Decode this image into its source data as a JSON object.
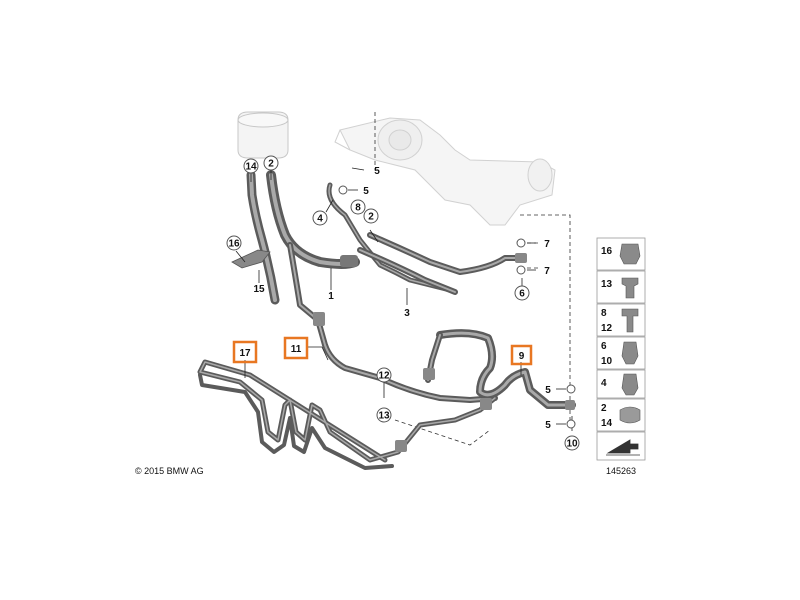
{
  "copyright": "© 2015 BMW AG",
  "diagram_number": "145263",
  "callouts": {
    "c14a": "14",
    "c2a": "2",
    "c16": "16",
    "c15": "15",
    "c1": "1",
    "c5a": "5",
    "c5b": "5",
    "c4": "4",
    "c8": "8",
    "c2b": "2",
    "c3": "3",
    "c7a": "7",
    "c7b": "7",
    "c6": "6",
    "c11": "11",
    "c17": "17",
    "c12": "12",
    "c13": "13",
    "c9": "9",
    "c5c": "5",
    "c5d": "5",
    "c10": "10"
  },
  "legend": [
    {
      "labels": [
        "16"
      ]
    },
    {
      "labels": [
        "13"
      ]
    },
    {
      "labels": [
        "8",
        "12"
      ]
    },
    {
      "labels": [
        "6",
        "10"
      ]
    },
    {
      "labels": [
        "4"
      ]
    },
    {
      "labels": [
        "2",
        "14"
      ]
    }
  ],
  "colors": {
    "highlight": "#e87722",
    "hose": "#5b5b5b"
  }
}
